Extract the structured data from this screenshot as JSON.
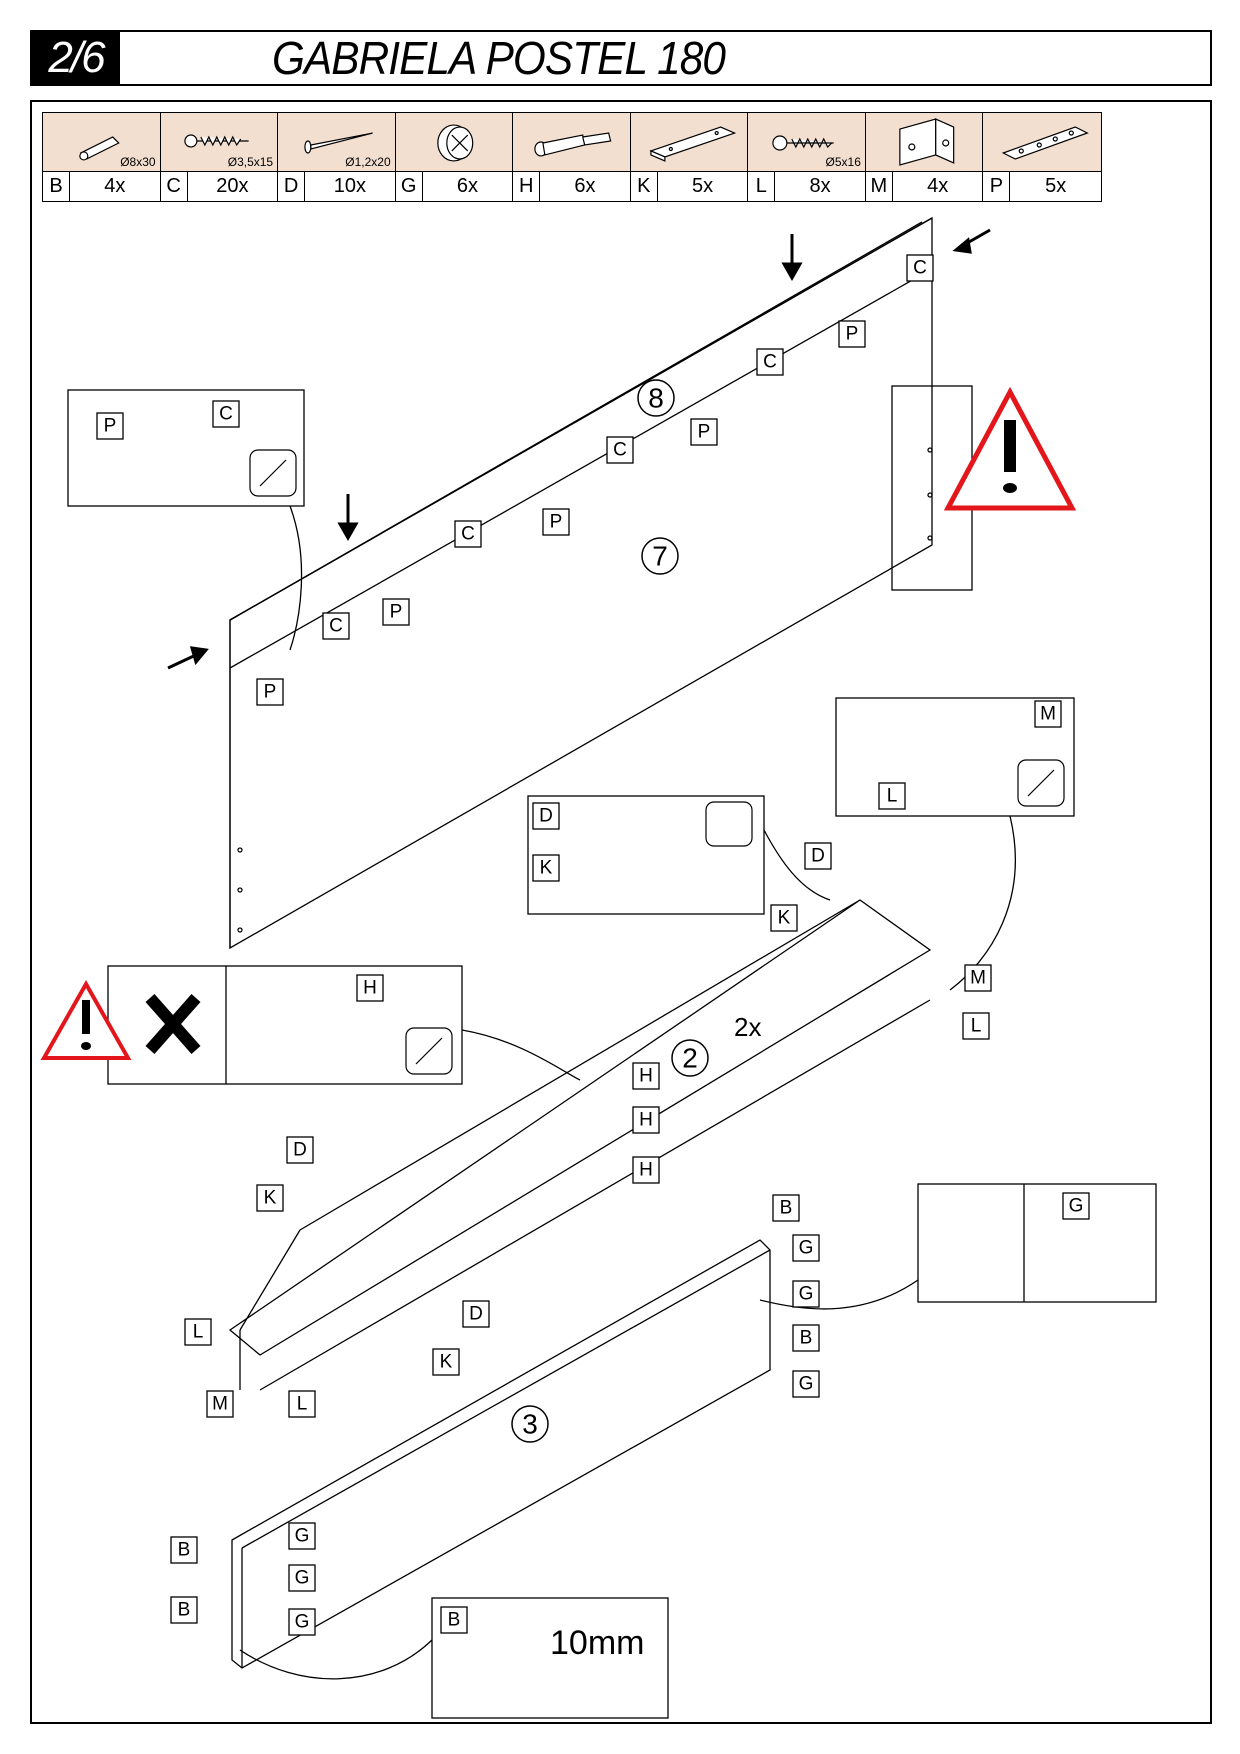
{
  "header": {
    "page": "2/6",
    "title": "GABRIELA POSTEL 180"
  },
  "parts": [
    {
      "code": "B",
      "qty": "4x",
      "dim": "Ø8x30",
      "icon": "dowel-icon"
    },
    {
      "code": "C",
      "qty": "20x",
      "dim": "Ø3,5x15",
      "icon": "screw-icon"
    },
    {
      "code": "D",
      "qty": "10x",
      "dim": "Ø1,2x20",
      "icon": "nail-icon"
    },
    {
      "code": "G",
      "qty": "6x",
      "dim": "",
      "icon": "cam-lock-icon"
    },
    {
      "code": "H",
      "qty": "6x",
      "dim": "",
      "icon": "cam-bolt-icon"
    },
    {
      "code": "K",
      "qty": "5x",
      "dim": "",
      "icon": "plank-icon"
    },
    {
      "code": "L",
      "qty": "8x",
      "dim": "Ø5x16",
      "icon": "screw-icon"
    },
    {
      "code": "M",
      "qty": "4x",
      "dim": "",
      "icon": "angle-bracket-icon"
    },
    {
      "code": "P",
      "qty": "5x",
      "dim": "",
      "icon": "mounting-plate-icon"
    }
  ],
  "steps": {
    "panel": "7",
    "rail": "8",
    "side": "2",
    "side_count": "2x",
    "front": "3"
  },
  "measurement": "10mm",
  "labels": {
    "B": "B",
    "C": "C",
    "D": "D",
    "G": "G",
    "H": "H",
    "K": "K",
    "L": "L",
    "M": "M",
    "P": "P"
  },
  "colors": {
    "warning": "#e3161b",
    "parts_bg": "#f3dfcf"
  }
}
